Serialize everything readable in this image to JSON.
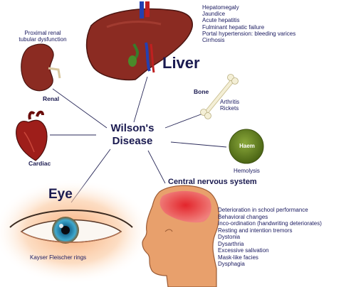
{
  "center": {
    "line1": "Wilson's",
    "line2": "Disease"
  },
  "liver": {
    "title": "Liver",
    "items": [
      "Hepatomegaly",
      "Jaundice",
      "Acute hepatitis",
      "Fulminant hepatic failure",
      "Portal hypertension: bleeding varices",
      "Cirrhosis"
    ]
  },
  "renal": {
    "title": "Renal",
    "items": [
      "Proximal renal",
      "tubular dysfunction"
    ]
  },
  "cardiac": {
    "title": "Cardiac"
  },
  "bone": {
    "title": "Bone",
    "items": [
      "Arthritis",
      "Rickets"
    ]
  },
  "haem": {
    "title": "Haem",
    "caption": "Hemolysis"
  },
  "eye": {
    "title": "Eye",
    "caption": "Kayser Fleischer rings"
  },
  "cns": {
    "title": "Central nervous system",
    "items": [
      "Deterioration in school performance",
      "Behavioral changes",
      "Inco-ordination (handwriting deteriorates)",
      "Resting and intention tremors",
      "Dystonia",
      "Dysarthria",
      "Excessive salivation",
      "Mask-like facies",
      "Dysphagia"
    ]
  },
  "colors": {
    "liver": "#8b2b22",
    "heart": "#9e1e1a",
    "haem_circle": "#5e7a1e",
    "text": "#1a1a60",
    "brain": "#d8222a",
    "iris": "#2a8fb8",
    "skin": "#e8a06c"
  }
}
